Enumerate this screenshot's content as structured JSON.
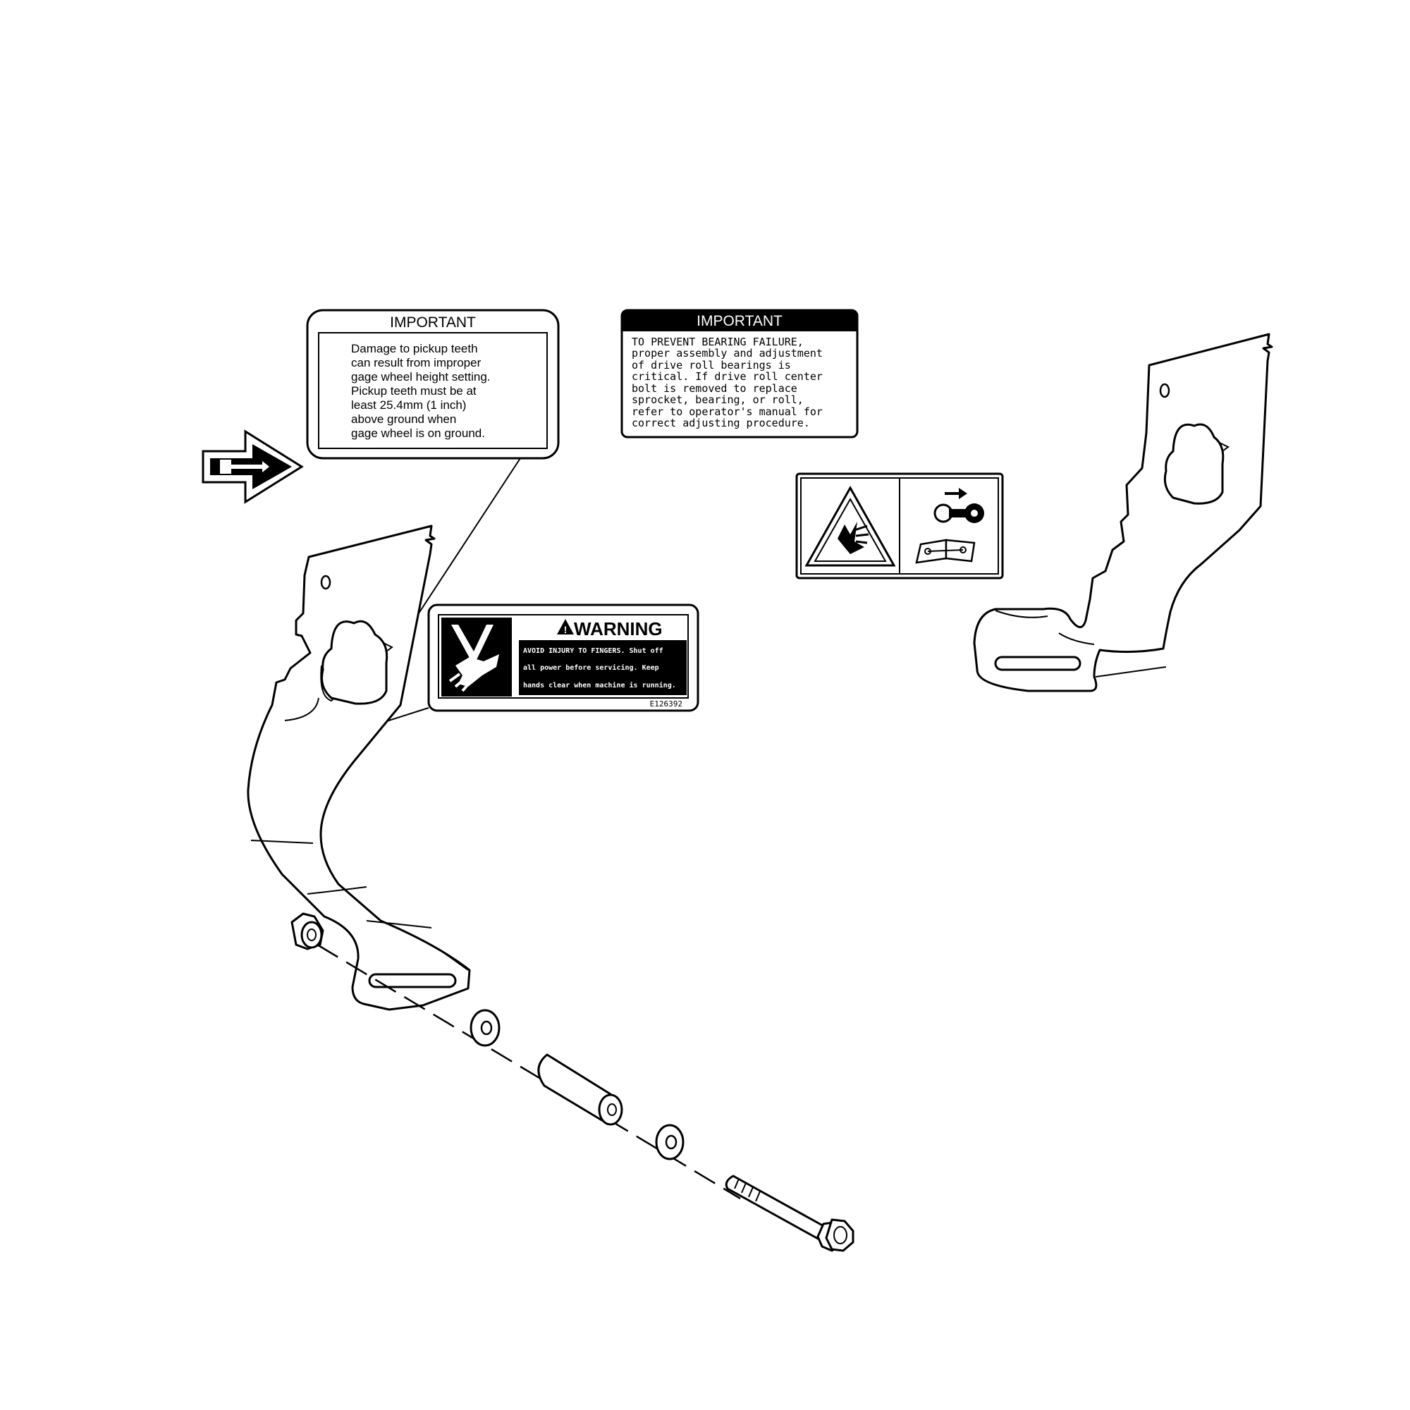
{
  "decal_important_left": {
    "heading": "IMPORTANT",
    "lines": [
      "Damage to pickup teeth",
      "can result from improper",
      "gage wheel height setting.",
      "Pickup teeth must be at",
      "least 25.4mm (1 inch)",
      "above ground when",
      "gage wheel is on ground."
    ]
  },
  "decal_important_right": {
    "heading": "IMPORTANT",
    "lines": [
      "TO PREVENT BEARING FAILURE,",
      "proper assembly and adjustment",
      "of drive roll bearings is",
      "critical. If drive roll center",
      "bolt is removed to replace",
      "sprocket, bearing, or roll,",
      "refer to operator's manual for",
      "correct adjusting procedure."
    ]
  },
  "decal_warning": {
    "heading": "WARNING",
    "lines": [
      "AVOID INJURY TO FINGERS. Shut off",
      "all power before servicing. Keep",
      "hands clear when machine is running."
    ],
    "code": "E126392"
  },
  "icons": {
    "pointer": "pointer-arrow-icon",
    "hand_hazard": "hand-crush-hazard-icon",
    "key": "key-removal-icon",
    "manual": "operator-manual-icon"
  },
  "colors": {
    "ink": "#000000",
    "paper": "#ffffff"
  }
}
